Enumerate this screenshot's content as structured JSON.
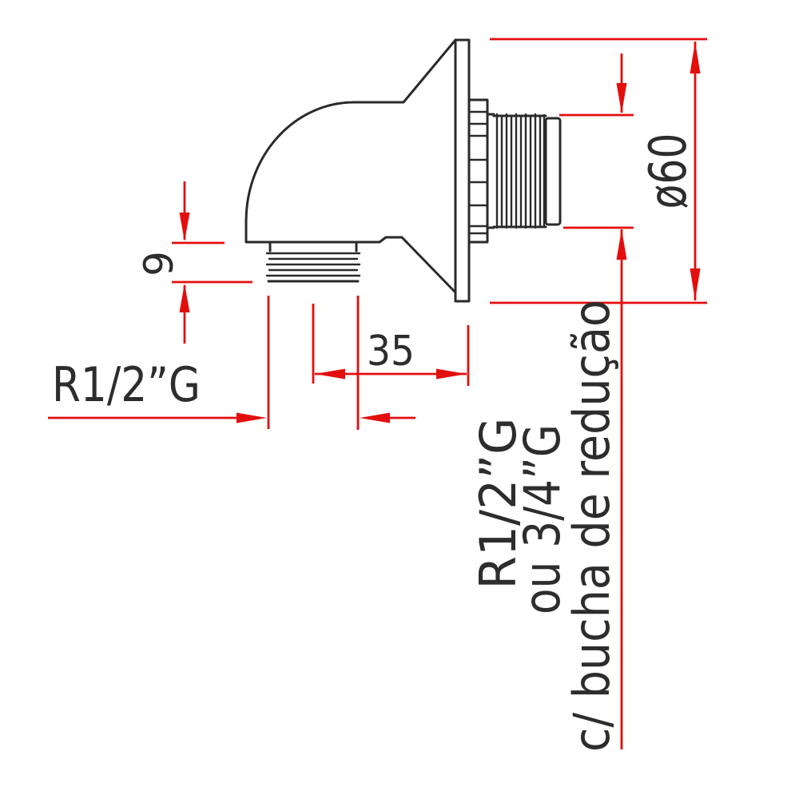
{
  "drawing": {
    "type": "technical-drawing",
    "subject": "wall-elbow-fitting",
    "colors": {
      "outline": "#2a2a2a",
      "dimension": "#e30e0e",
      "background": "#ffffff"
    },
    "labels": {
      "plate_diameter": "ø60",
      "outlet_thread_length": "9",
      "center_to_wall_offset": "35",
      "outlet_thread_size": "R1/2”G",
      "wall_thread_line1": "R1/2”G",
      "wall_thread_line2": "ou 3/4”G",
      "wall_thread_line3": "c/ bucha de redução"
    }
  }
}
